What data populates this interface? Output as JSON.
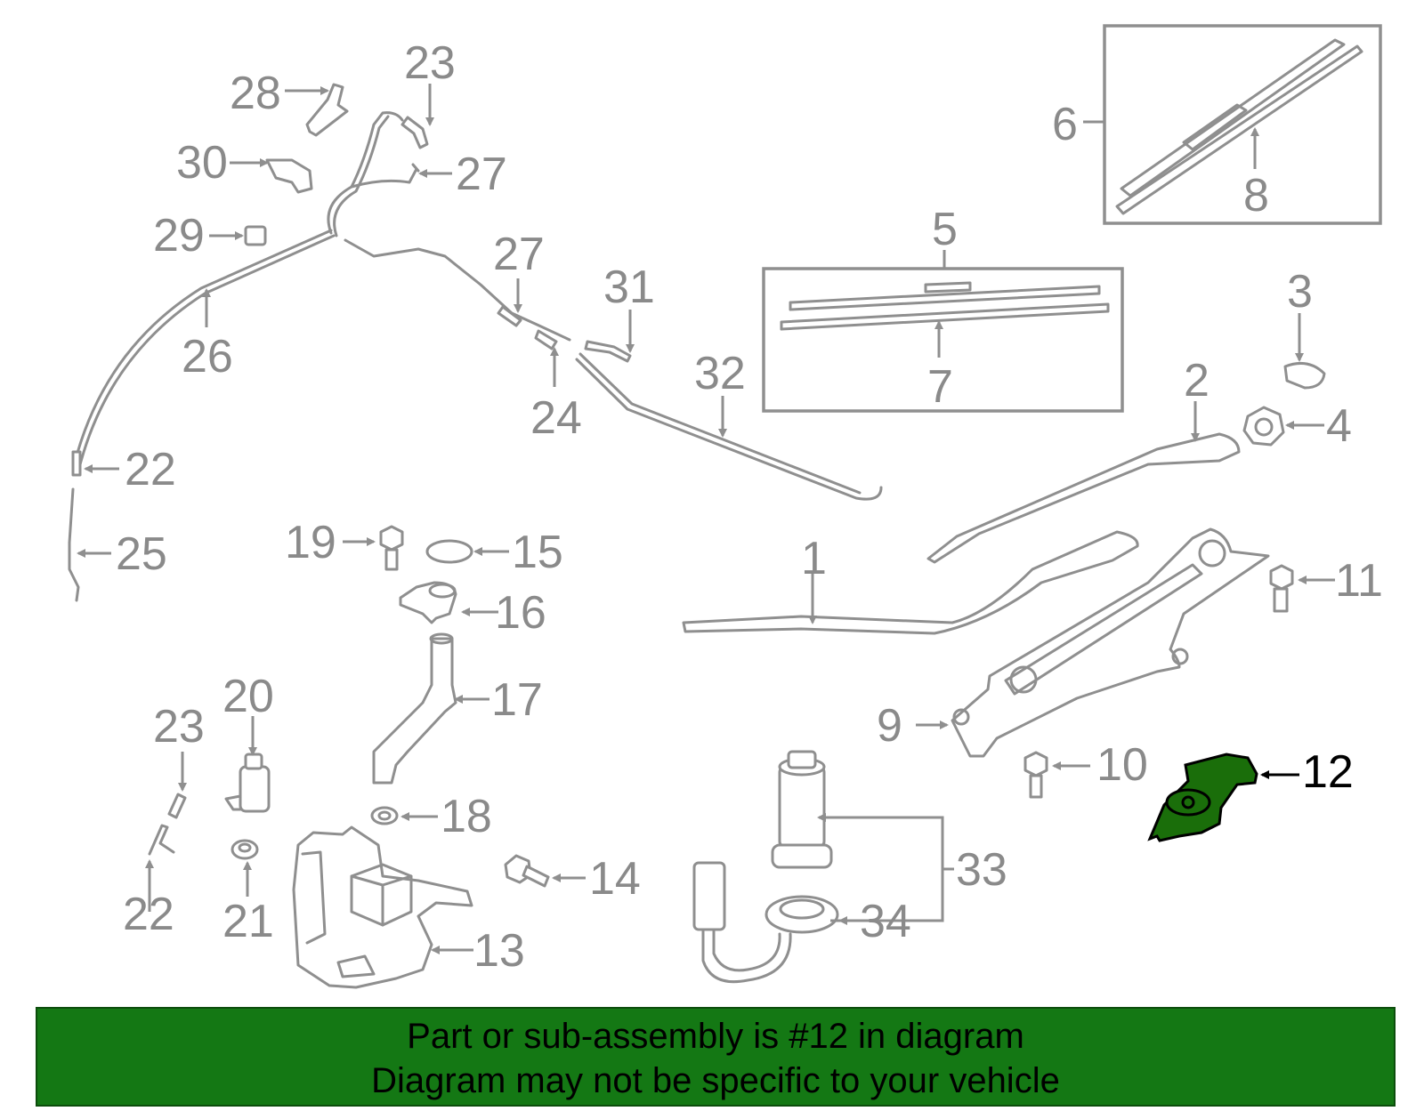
{
  "highlight_color": "#1a6e0a",
  "banner_color": "#147814",
  "callouts": {
    "c1": "1",
    "c2": "2",
    "c3": "3",
    "c4": "4",
    "c5": "5",
    "c6": "6",
    "c7": "7",
    "c8": "8",
    "c9": "9",
    "c10": "10",
    "c11": "11",
    "c12": "12",
    "c13": "13",
    "c14": "14",
    "c15": "15",
    "c16": "16",
    "c17": "17",
    "c18": "18",
    "c19": "19",
    "c20": "20",
    "c21": "21",
    "c22a": "22",
    "c22b": "22",
    "c23a": "23",
    "c23b": "23",
    "c24": "24",
    "c25": "25",
    "c26": "26",
    "c27a": "27",
    "c27b": "27",
    "c28": "28",
    "c29": "29",
    "c30": "30",
    "c31": "31",
    "c32": "32",
    "c33": "33",
    "c34": "34"
  },
  "banner": {
    "line1": "Part or sub-assembly is #12 in diagram",
    "line2": "Diagram may not be specific to your vehicle"
  }
}
